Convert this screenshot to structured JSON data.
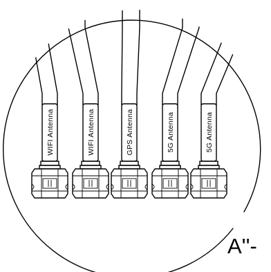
{
  "detail": {
    "callout_label": "A''-",
    "connectors": [
      {
        "label": "WIFI Antenna"
      },
      {
        "label": "WIFI Antenna"
      },
      {
        "label": "GPS Antenna"
      },
      {
        "label": "5G Antenna"
      },
      {
        "label": "5G Antenna"
      }
    ]
  }
}
